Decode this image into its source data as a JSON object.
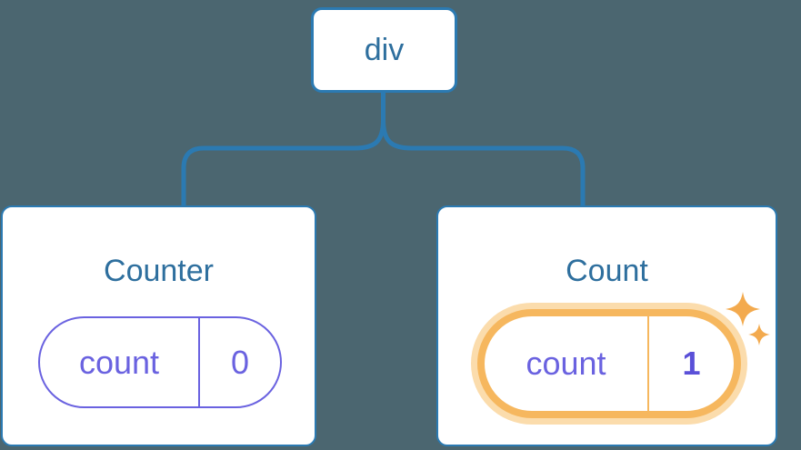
{
  "diagram": {
    "type": "component-tree",
    "root": {
      "label": "div"
    },
    "children": [
      {
        "title": "Counter",
        "state": {
          "key": "count",
          "value": "0"
        },
        "highlighted": false
      },
      {
        "title": "Count",
        "state": {
          "key": "count",
          "value": "1"
        },
        "highlighted": true
      }
    ]
  },
  "icons": {
    "sparkle_large": "sparkle-icon",
    "sparkle_small": "sparkle-icon"
  },
  "colors": {
    "background": "#4b6670",
    "connector_blue": "#2b7ab2",
    "heading_blue": "#2e6f9e",
    "state_purple": "#6a62e0",
    "state_value_bold_purple": "#5a50d8",
    "highlight_orange": "#f6b75e",
    "highlight_halo": "#fbdcac",
    "sparkle_orange": "#f3aa4e",
    "card_background": "#ffffff"
  }
}
